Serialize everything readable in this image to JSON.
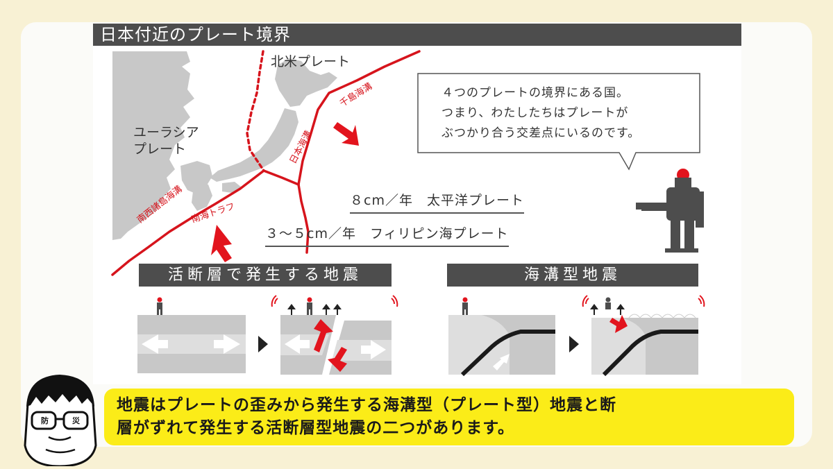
{
  "slide": {
    "title": "日本付近のプレート境界",
    "plates": {
      "north_american": "北米プレート",
      "eurasian_line1": "ユーラシア",
      "eurasian_line2": "プレート"
    },
    "trenches": {
      "chishima": "千島海溝",
      "japan": "日本海溝",
      "nansei": "南西諸島海溝",
      "nankai": "南海トラフ"
    },
    "speech_bubble": {
      "line1": "４つのプレートの境界にある国。",
      "line2": "つまり、わたしたちはプレートが",
      "line3": "ぶつかり合う交差点にいるのです。"
    },
    "pacific_plate": "８cm／年　太平洋プレート",
    "philippine_plate": "３～５cm／年　フィリピン海プレート",
    "active_fault_header": "活断層で発生する地震",
    "trench_header": "海溝型地震"
  },
  "caption": {
    "line1": "地震はプレートの歪みから発生する海溝型（プレート型）地震と断",
    "line2": "層がずれて発生する活断層型地震の二つがあります。"
  },
  "mascot": {
    "glasses_left": "防",
    "glasses_right": "災"
  },
  "colors": {
    "background": "#f8f1d4",
    "slide_header": "#4d4d4d",
    "boundary_red": "#d6141c",
    "land_gray": "#c8c8c8",
    "caption_yellow": "#fbec18"
  },
  "icons": [
    "red-arrow-icon",
    "person-icon",
    "play-triangle-icon",
    "seismic-wave-icon",
    "white-arrow-icon"
  ]
}
